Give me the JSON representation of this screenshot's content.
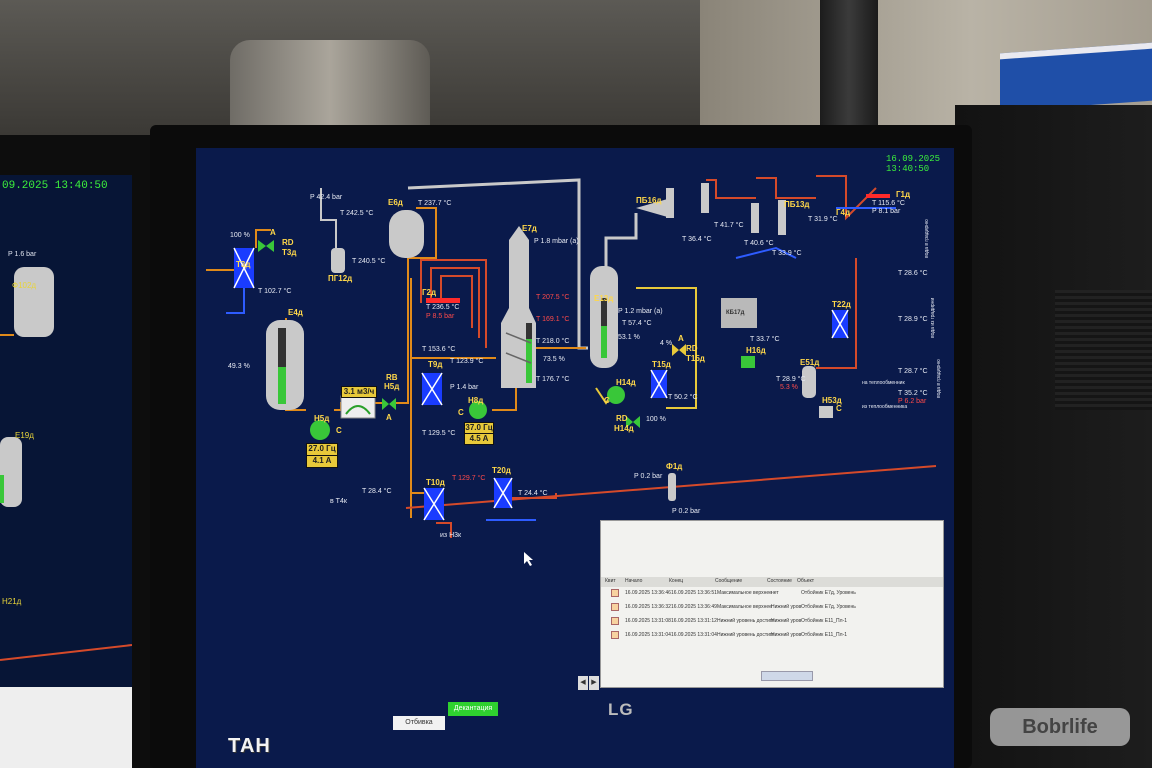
{
  "datetime": "16.09.2025 13:40:50",
  "left_monitor": {
    "datetime": "09.2025 13:40:50",
    "pressure": "P 1.6 bar",
    "tags": [
      "Ф102д",
      "Е19д",
      "Н21д"
    ]
  },
  "units": {
    "valve_t3d": {
      "tag": "Т3д",
      "mode": "RD",
      "pct": "100 %",
      "pos": "A"
    },
    "vessel_t3": {
      "tag": "Т3д"
    },
    "vessel_e4": {
      "tag": "Е4д",
      "level": "49.3 %",
      "temp": "T 102.7 °C",
      "level_fill": 0.49
    },
    "pump_n5": {
      "tag": "Н5д",
      "freq": "27.0 Гц",
      "current": "4.1 A",
      "flow": "3.1 м3/ч",
      "valve_mode": "RB",
      "valve_pos": "A",
      "pump_mode": "C"
    },
    "separator_pg12": {
      "tag": "ПГ12д",
      "temp": "T 240.5 °C"
    },
    "e6": {
      "tag": "Е6д",
      "pressure": "P 42.4 bar",
      "temp_in": "T 242.5 °C",
      "temp_out": "T 237.7 °C"
    },
    "g2a": {
      "tag": "Г2д",
      "temp": "T 236.5 °C",
      "pressure": "P 8.5 bar"
    },
    "column_e7": {
      "tag": "Е7д",
      "pressure": "P 1.8 mbar (a)",
      "temps": [
        "T 207.5 °C",
        "T 169.1 °C",
        "T 218.0 °C",
        "T 176.7 °C"
      ],
      "level": "73.5 %",
      "level_fill": 0.73,
      "bottom_t1": "T 153.6 °C",
      "bottom_t2": "T 123.9 °C"
    },
    "t9": {
      "tag": "Т9д"
    },
    "pump_n8": {
      "tag": "Н8д",
      "pressure": "P 1.4 bar",
      "freq": "37.0 Гц",
      "current": "4.5 A",
      "temp": "T 129.5 °C",
      "mode": "C"
    },
    "e13": {
      "tag": "Е13д",
      "pressure": "P 1.2 mbar (a)",
      "temp": "T 57.4 °C",
      "level": "53.1 %",
      "level_fill": 0.53
    },
    "t15": {
      "tag": "Т15д",
      "temp": "T 50.2 °C",
      "valve_mode": "RD",
      "valve_pct": "4 %",
      "valve_pos": "A",
      "valve_tag": "Т15д"
    },
    "pump_n14": {
      "tag": "Н14д",
      "mode": "C",
      "valve_mode": "RD",
      "valve_tag": "Н14д",
      "valve_pct": "100 %"
    },
    "pb16": {
      "tag": "ПБ16д",
      "temp": "T 36.4 °C"
    },
    "pb13": {
      "tag": "ПБ13д",
      "temps": [
        "T 41.7 °C",
        "T 40.6 °C",
        "T 33.9 °C",
        "T 31.9 °C"
      ]
    },
    "g4": {
      "tag": "Г4д"
    },
    "g1": {
      "tag": "Г1д",
      "temp": "T 115.6 °C",
      "pressure": "P 8.1 bar"
    },
    "kb17": {
      "tag": "КБ17д",
      "temp": "T 33.7 °C"
    },
    "h16": {
      "tag": "Н16д"
    },
    "t22": {
      "tag": "Т22д"
    },
    "e51": {
      "tag": "Е51д",
      "temp": "T 28.9 °C",
      "level": "5.3 %"
    },
    "h53": {
      "tag": "Н53д",
      "mode": "C"
    },
    "right_temps": [
      "T 28.6 °C",
      "T 28.9 °C",
      "T 28.7 °C",
      "T 35.2 °C",
      "P 6.2 bar"
    ],
    "right_labels": [
      "вода в градирню",
      "вода из градирни",
      "вода в градирню",
      "на теплообменник",
      "из теплообменника"
    ],
    "t10": {
      "tag": "Т10д"
    },
    "t20": {
      "tag": "Т20д",
      "temp_in": "T 129.7 °C",
      "temp_out": "T 24.4 °C"
    },
    "f1": {
      "tag": "Ф1д",
      "p_in": "P 0.2 bar",
      "p_out": "P 0.2 bar"
    },
    "inlet": {
      "label": "в Т4к",
      "temp": "T 28.4 °C",
      "from": "из Н3к"
    }
  },
  "alarm_panel": {
    "columns": [
      "Квит",
      "Начало",
      "Конец",
      "Сообщение",
      "Состояние",
      "Объект"
    ],
    "rows": [
      {
        "start": "16.09.2025 13:36:46",
        "end": "16.09.2025 13:36:51",
        "msg": "Максимальное верхнее",
        "state": "нет",
        "obj": "Отбойник Е7д, Уровень"
      },
      {
        "start": "16.09.2025 13:36:32",
        "end": "16.09.2025 13:36:49",
        "msg": "Максимальное верхнее",
        "state": "Нижний уров",
        "obj": "Отбойник Е7д, Уровень"
      },
      {
        "start": "16.09.2025 13:31:08",
        "end": "16.09.2025 13:31:12",
        "msg": "Нижний уровень достигн",
        "state": "Нижний уров",
        "obj": "Отбойник Е11_Пл-1"
      },
      {
        "start": "16.09.2025 13:31:04",
        "end": "16.09.2025 13:31:04",
        "msg": "Нижний уровень достигн",
        "state": "Нижний уров",
        "obj": "Отбойник Е11_Пл-1"
      }
    ]
  },
  "buttons": {
    "ack": "Отбивка",
    "sim": "Декантация"
  },
  "brand": {
    "monitor": "LG",
    "vendor": "ТАН",
    "watermark": "Bobrlife"
  },
  "colors": {
    "screen_bg": "#0a1a4b",
    "pipe_hot": "#d54a2a",
    "pipe_cold": "#2e5cff",
    "pipe_yellow": "#e8c93a",
    "vessel": "#c9c9c9",
    "pump": "#39c739"
  }
}
